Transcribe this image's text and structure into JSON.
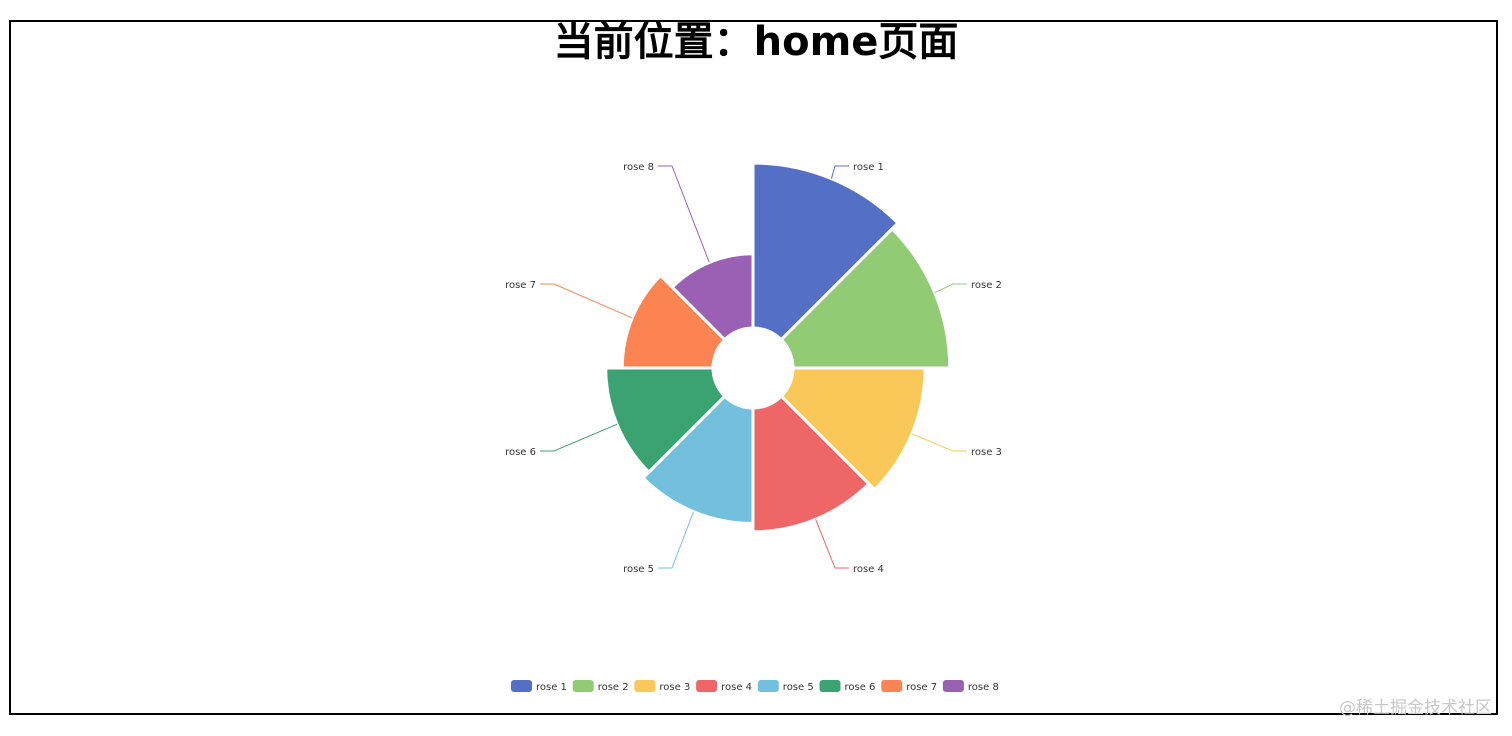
{
  "title": "当前位置：home页面",
  "watermark": "@稀土掘金技术社区",
  "chart_data": {
    "type": "pie",
    "rose_type": "radius",
    "categories": [
      "rose 1",
      "rose 2",
      "rose 3",
      "rose 4",
      "rose 5",
      "rose 6",
      "rose 7",
      "rose 8"
    ],
    "values": [
      40,
      38,
      32,
      30,
      28,
      26,
      22,
      18
    ],
    "colors": [
      "#5470c6",
      "#91cc75",
      "#fac858",
      "#ee6666",
      "#73c0de",
      "#3ba272",
      "#fc8452",
      "#9a60b4"
    ],
    "legend": {
      "position": "bottom",
      "entries": [
        "rose 1",
        "rose 2",
        "rose 3",
        "rose 4",
        "rose 5",
        "rose 6",
        "rose 7",
        "rose 8"
      ]
    }
  }
}
